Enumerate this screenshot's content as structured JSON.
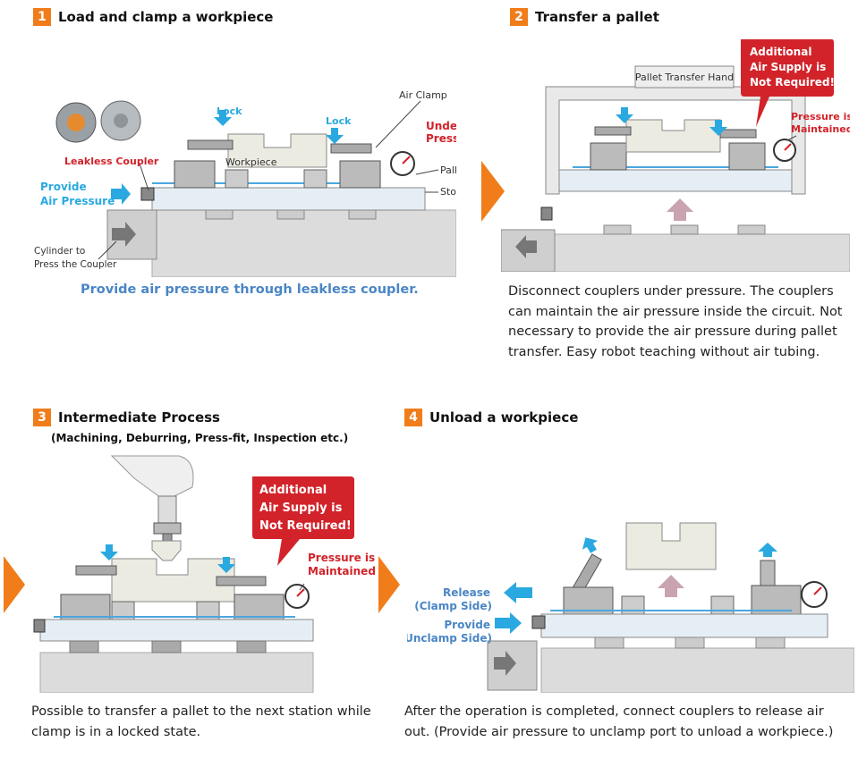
{
  "steps": [
    {
      "number": "1",
      "title": "Load and clamp a workpiece",
      "caption": "Provide air pressure through leakless coupler.",
      "labels": {
        "lock_left": "Lock",
        "lock_right": "Lock",
        "air_clamp": "Air Clamp",
        "under_pressure_1": "Under",
        "under_pressure_2": "Pressure",
        "leakless_coupler": "Leakless Coupler",
        "provide_1": "Provide",
        "provide_2": "Air Pressure",
        "workpiece": "Workpiece",
        "pallet": "Pallet",
        "stopper": "Stopper",
        "cylinder_1": "Cylinder to",
        "cylinder_2": "Press the Coupler"
      }
    },
    {
      "number": "2",
      "title": "Transfer a pallet",
      "description": "Disconnect couplers under pressure. The couplers can maintain the air pressure inside the circuit. Not necessary to provide the air pressure during pallet transfer. Easy robot teaching without air tubing.",
      "labels": {
        "pallet_transfer_hand": "Pallet Transfer Hand",
        "callout_1": "Additional",
        "callout_2": "Air Supply is",
        "callout_3": "Not Required!",
        "maintained_1": "Pressure is",
        "maintained_2": "Maintained"
      }
    },
    {
      "number": "3",
      "title": "Intermediate Process",
      "subtitle": "(Machining, Deburring, Press-fit, Inspection etc.)",
      "description": "Possible to transfer a pallet to the next station while clamp is in a locked state.",
      "labels": {
        "callout_1": "Additional",
        "callout_2": "Air Supply is",
        "callout_3": "Not Required!",
        "maintained_1": "Pressure is",
        "maintained_2": "Maintained"
      }
    },
    {
      "number": "4",
      "title": "Unload a workpiece",
      "description": "After the operation is completed, connect couplers to release air out. (Provide air pressure to unclamp port to unload a workpiece.)",
      "labels": {
        "release_1": "Release",
        "release_2": "(Clamp Side)",
        "provide_1": "Provide",
        "provide_2": "(Unclamp Side)"
      }
    }
  ],
  "colors": {
    "accent": "#f07d1a",
    "blue_text": "#4a86c5",
    "red_text": "#d2232a",
    "arrow_blue": "#2aa9e0",
    "arrow_pink": "#c9a3b0",
    "base_gray": "#d9d9d9"
  }
}
